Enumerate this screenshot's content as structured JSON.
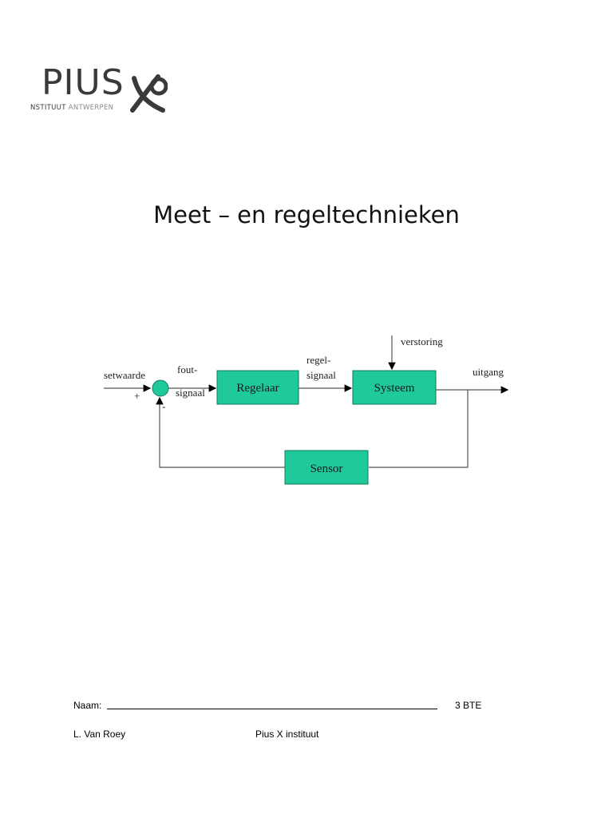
{
  "logo": {
    "word": "PIUS",
    "sub_dark": "NSTITUUT",
    "sub_light": "ANTWERPEN"
  },
  "title": "Meet – en regeltechnieken",
  "diagram": {
    "setwaarde": "setwaarde",
    "plus": "+",
    "minus": "-",
    "fout_1": "fout-",
    "fout_2": "signaal",
    "regelaar": "Regelaar",
    "regel_1": "regel-",
    "regel_2": "signaal",
    "verstoring": "verstoring",
    "systeem": "Systeem",
    "uitgang": "uitgang",
    "sensor": "Sensor",
    "box_color": "#1fc99a"
  },
  "footer": {
    "naam_label": "Naam:",
    "class": "3 BTE",
    "author": "L. Van Roey",
    "school": "Pius X instituut"
  }
}
